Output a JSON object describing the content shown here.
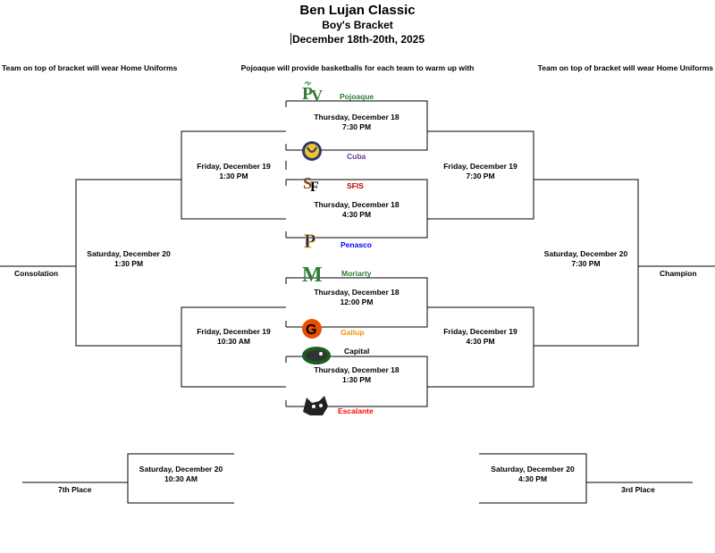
{
  "header": {
    "title": "Ben Lujan Classic",
    "subtitle": "Boy's Bracket",
    "dates": "December 18th-20th, 2025",
    "left_note": "Team on top of bracket will wear Home Uniforms",
    "center_note": "Pojoaque will provide basketballs for each team to warm up with",
    "right_note": "Team on top of bracket will wear Home Uniforms"
  },
  "teams": [
    {
      "name": "Pojoaque",
      "color": "#2e7d32",
      "icon": "pv-logo"
    },
    {
      "name": "Cuba",
      "color": "#7030a0",
      "icon": "ram-logo"
    },
    {
      "name": "SFIS",
      "color": "#c00000",
      "icon": "sfis-logo"
    },
    {
      "name": "Penasco",
      "color": "#0000ff",
      "icon": "p-logo"
    },
    {
      "name": "Moriarty",
      "color": "#2e7d32",
      "icon": "m-logo"
    },
    {
      "name": "Gallup",
      "color": "#ff8c00",
      "icon": "g-logo"
    },
    {
      "name": "Capital",
      "color": "#000000",
      "icon": "jaguar-logo"
    },
    {
      "name": "Escalante",
      "color": "#ff0000",
      "icon": "wolf-logo"
    }
  ],
  "games": {
    "r1_top": {
      "day": "Thursday, December 18",
      "time": "7:30 PM"
    },
    "r1_2": {
      "day": "Thursday, December 18",
      "time": "4:30 PM"
    },
    "r1_3": {
      "day": "Thursday, December 18",
      "time": "12:00 PM"
    },
    "r1_4": {
      "day": "Thursday, December 18",
      "time": "1:30 PM"
    },
    "cons_top": {
      "day": "Friday, December 19",
      "time": "1:30 PM"
    },
    "cons_bot": {
      "day": "Friday, December 19",
      "time": "10:30 AM"
    },
    "semi_top": {
      "day": "Friday, December 19",
      "time": "7:30 PM"
    },
    "semi_bot": {
      "day": "Friday, December 19",
      "time": "4:30 PM"
    },
    "consolation": {
      "day": "Saturday, December 20",
      "time": "1:30 PM"
    },
    "championship": {
      "day": "Saturday, December 20",
      "time": "7:30 PM"
    },
    "seventh": {
      "day": "Saturday, December 20",
      "time": "10:30 AM"
    },
    "third": {
      "day": "Saturday, December 20",
      "time": "4:30 PM"
    }
  },
  "labels": {
    "consolation": "Consolation",
    "champion": "Champion",
    "seventh": "7th Place",
    "third": "3rd Place"
  }
}
